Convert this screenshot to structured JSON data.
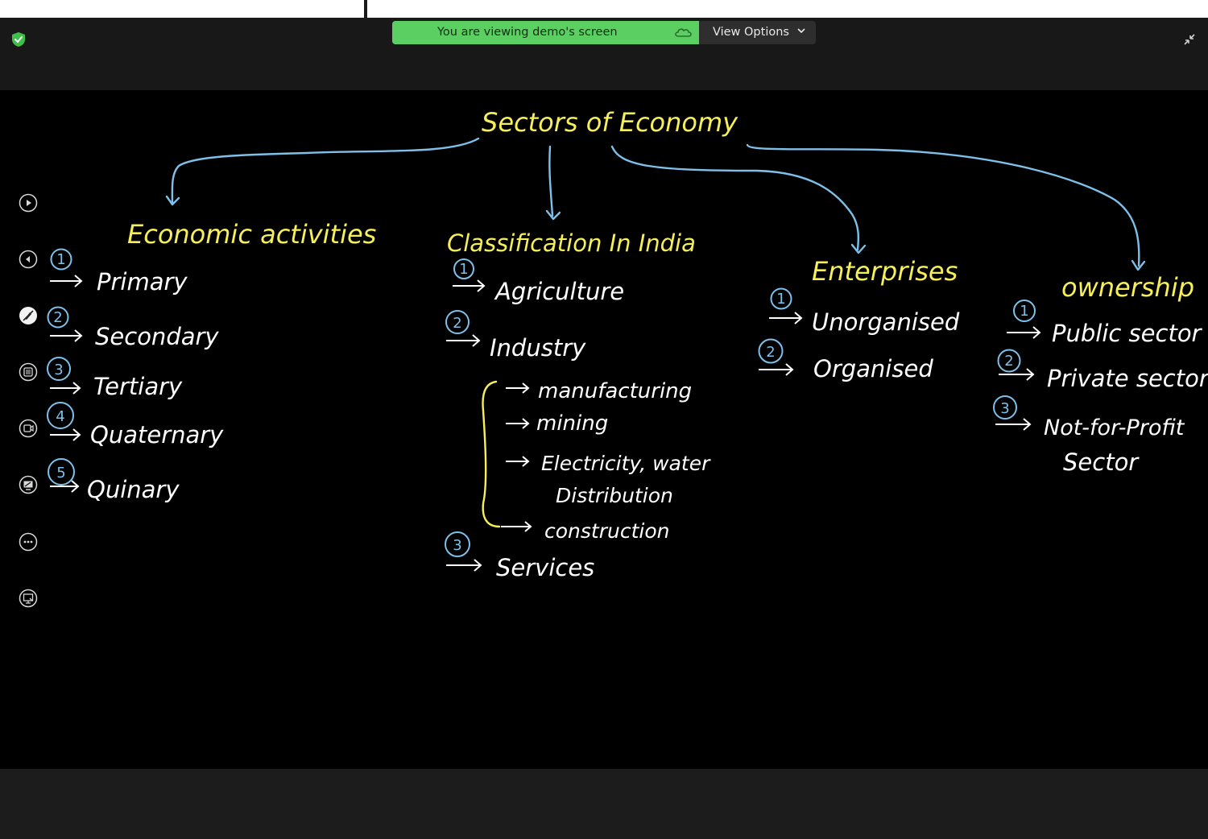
{
  "banner": {
    "text": "You are viewing demo's screen",
    "status_color": "#5ccf62"
  },
  "view_options": {
    "label": "View Options"
  },
  "icons": [
    "shield-check-icon",
    "cloud-icon",
    "chevron-down-icon",
    "collapse-icon",
    "play-icon",
    "back-icon",
    "pen-off-icon",
    "notes-icon",
    "video-icon",
    "share-screen-icon",
    "more-icon",
    "presentation-icon"
  ],
  "whiteboard": {
    "title": "Sectors of Economy",
    "branches": [
      {
        "heading": "Economic activities",
        "items": [
          {
            "num": "1",
            "label": "Primary"
          },
          {
            "num": "2",
            "label": "Secondary"
          },
          {
            "num": "3",
            "label": "Tertiary"
          },
          {
            "num": "4",
            "label": "Quaternary"
          },
          {
            "num": "5",
            "label": "Quinary"
          }
        ]
      },
      {
        "heading": "Classification In India",
        "items": [
          {
            "num": "1",
            "label": "Agriculture"
          },
          {
            "num": "2",
            "label": "Industry"
          },
          {
            "num": "3",
            "label": "Services"
          }
        ],
        "industry_sub": [
          "manufacturing",
          "mining",
          "Electricity, water",
          "Distribution",
          "construction"
        ]
      },
      {
        "heading": "Enterprises",
        "items": [
          {
            "num": "1",
            "label": "Unorganised"
          },
          {
            "num": "2",
            "label": "Organised"
          }
        ]
      },
      {
        "heading": "ownership",
        "items": [
          {
            "num": "1",
            "label": "Public sector"
          },
          {
            "num": "2",
            "label": "Private sector"
          },
          {
            "num": "3",
            "label": "Not-for-Profit"
          },
          {
            "num": "",
            "label": "Sector"
          }
        ]
      }
    ]
  },
  "colors": {
    "heading": "#f6ef5a",
    "arrow": "#7ec0ea",
    "text": "#ffffff"
  }
}
